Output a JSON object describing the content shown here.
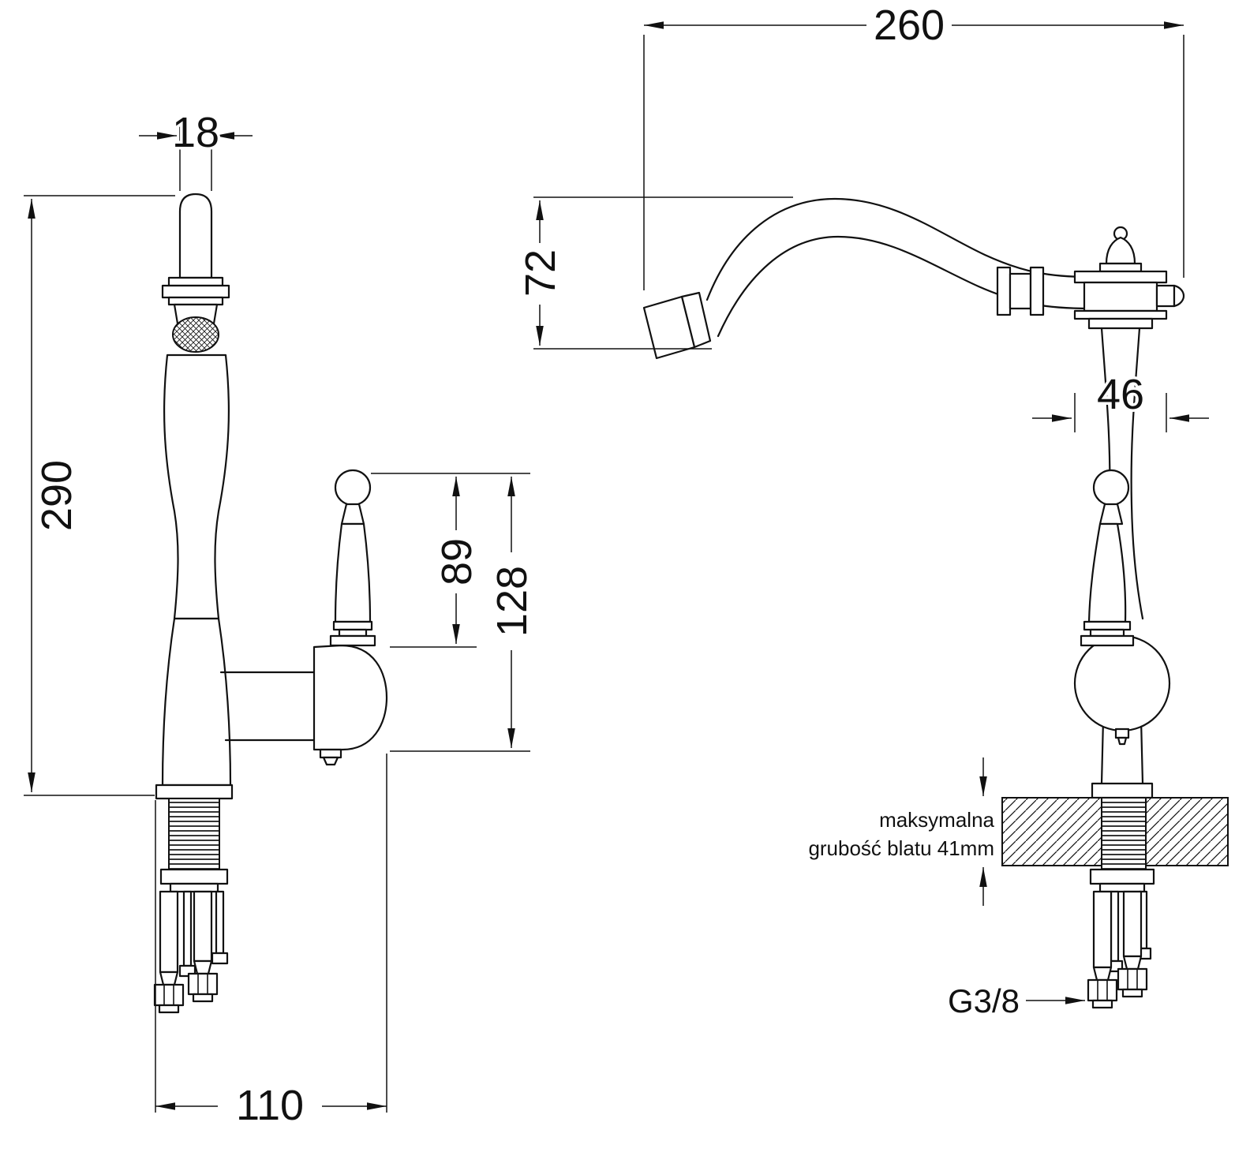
{
  "colors": {
    "background": "#ffffff",
    "line": "#111111"
  },
  "left_view": {
    "dim_spout_pipe_width": "18",
    "dim_total_height": "290",
    "dim_handle_height": "89",
    "dim_handle_assembly_height": "128",
    "dim_base_depth": "110"
  },
  "right_view": {
    "dim_spout_reach": "260",
    "dim_spout_drop": "72",
    "dim_body_width": "46",
    "dim_thread_size": "G3/8",
    "note_max_counter_line1": "maksymalna",
    "note_max_counter_line2": "grubość blatu 41mm"
  }
}
